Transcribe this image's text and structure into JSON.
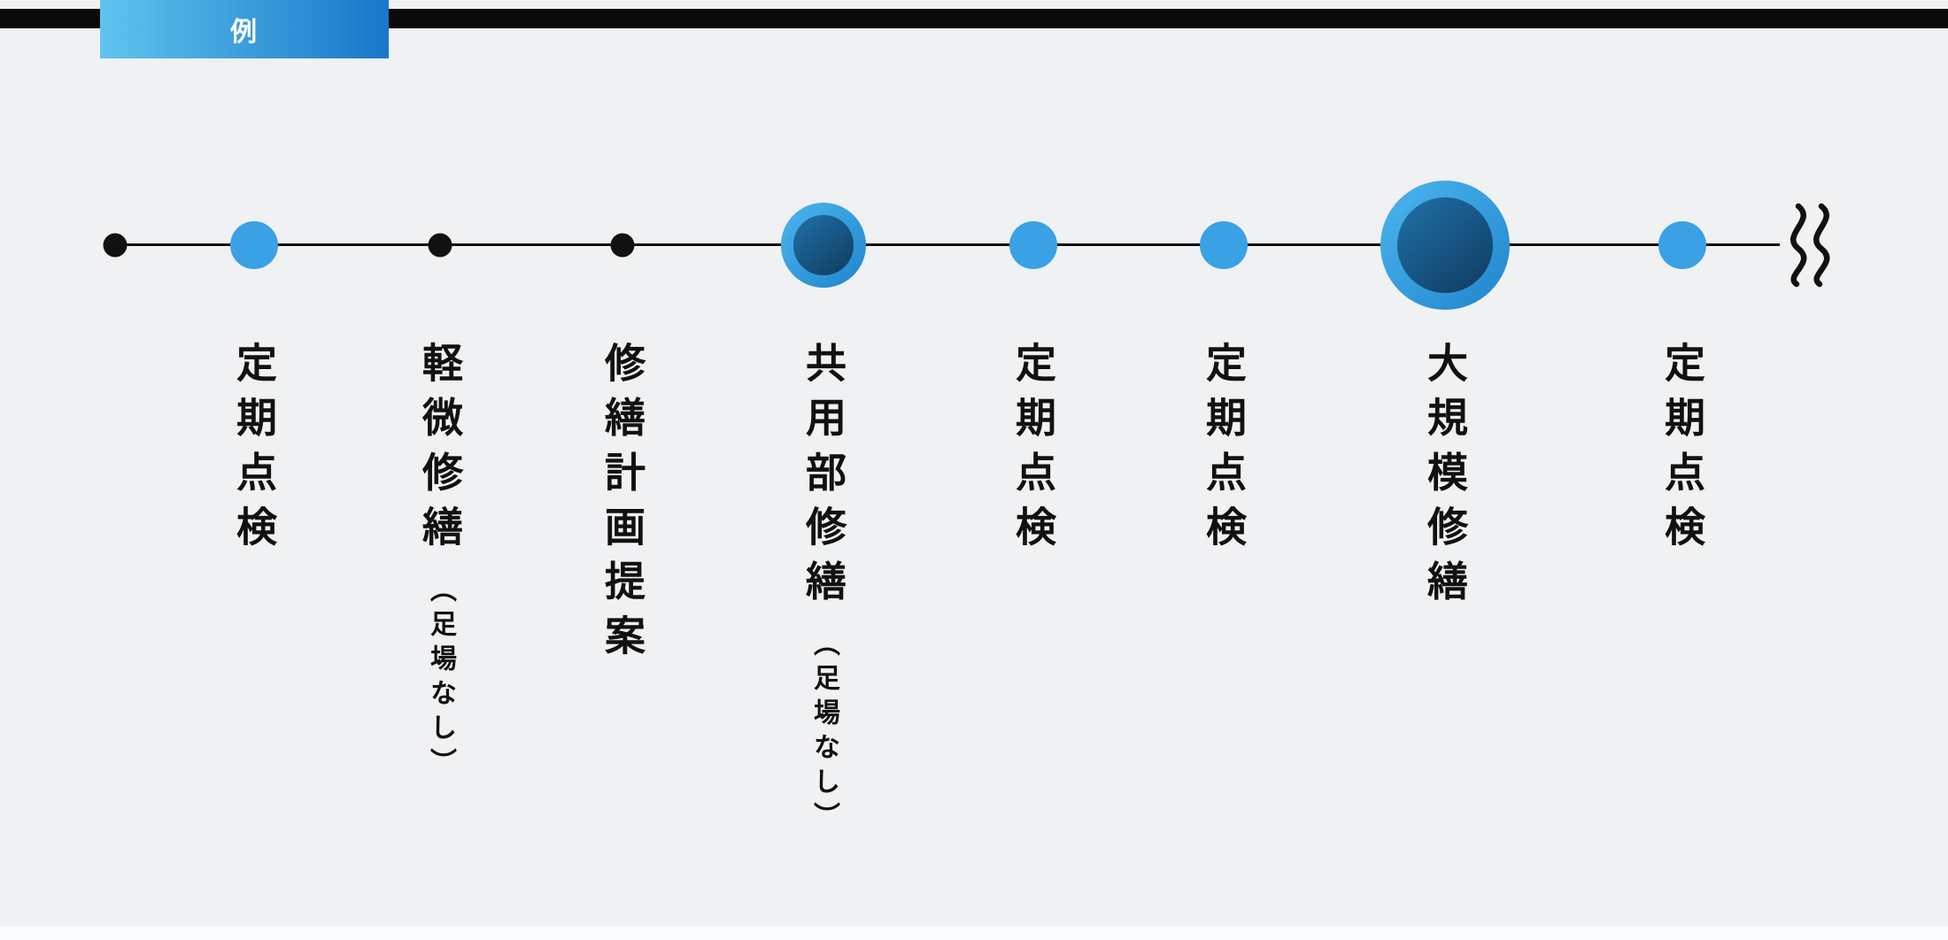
{
  "badge": {
    "label": "例"
  },
  "timeline": {
    "items": [
      {
        "label": "",
        "sub": "",
        "dot": "black-small"
      },
      {
        "label": "定期点検",
        "sub": "",
        "dot": "blue-medium"
      },
      {
        "label": "軽微修繕",
        "sub": "（足場なし）",
        "dot": "black-small"
      },
      {
        "label": "修繕計画提案",
        "sub": "",
        "dot": "black-small"
      },
      {
        "label": "共用部修繕",
        "sub": "（足場なし）",
        "dot": "blue-large"
      },
      {
        "label": "定期点検",
        "sub": "",
        "dot": "blue-medium"
      },
      {
        "label": "定期点検",
        "sub": "",
        "dot": "blue-medium"
      },
      {
        "label": "大規模修繕",
        "sub": "",
        "dot": "blue-xlarge"
      },
      {
        "label": "定期点検",
        "sub": "",
        "dot": "blue-medium"
      }
    ],
    "end_mark": "break-squiggle"
  },
  "colors": {
    "background": "#f0f1f3",
    "line": "#111111",
    "dot_black": "#111111",
    "dot_blue": "#3aa1e4",
    "dot_blue_light": "#4db5ef",
    "dot_blue_deep": "#1f85cc",
    "dot_inner_dark": "#12436a",
    "badge_gradient_start": "#5fc4ee",
    "badge_gradient_end": "#1976c9",
    "bar_black": "#0a0a0a",
    "text": "#111111"
  }
}
